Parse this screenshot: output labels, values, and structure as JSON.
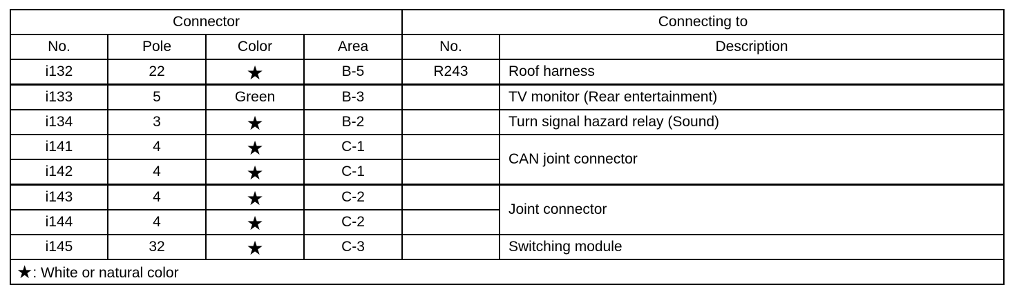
{
  "table": {
    "group_headers": {
      "connector": "Connector",
      "connecting_to": "Connecting to"
    },
    "columns": [
      "No.",
      "Pole",
      "Color",
      "Area",
      "No.",
      "Description"
    ],
    "rows": [
      {
        "no": "i132",
        "pole": "22",
        "color": "★",
        "area": "B-5",
        "to_no": "R243",
        "desc": "Roof harness"
      },
      {
        "no": "i133",
        "pole": "5",
        "color": "Green",
        "area": "B-3",
        "to_no": "",
        "desc": "TV monitor (Rear entertainment)"
      },
      {
        "no": "i134",
        "pole": "3",
        "color": "★",
        "area": "B-2",
        "to_no": "",
        "desc": "Turn signal hazard relay (Sound)"
      },
      {
        "no": "i141",
        "pole": "4",
        "color": "★",
        "area": "C-1",
        "to_no": "",
        "desc": "CAN joint connector"
      },
      {
        "no": "i142",
        "pole": "4",
        "color": "★",
        "area": "C-1",
        "to_no": "",
        "desc": ""
      },
      {
        "no": "i143",
        "pole": "4",
        "color": "★",
        "area": "C-2",
        "to_no": "",
        "desc": "Joint connector"
      },
      {
        "no": "i144",
        "pole": "4",
        "color": "★",
        "area": "C-2",
        "to_no": "",
        "desc": ""
      },
      {
        "no": "i145",
        "pole": "32",
        "color": "★",
        "area": "C-3",
        "to_no": "",
        "desc": "Switching module"
      }
    ],
    "footnote": {
      "symbol": "★",
      "text": ": White or natural color"
    }
  }
}
